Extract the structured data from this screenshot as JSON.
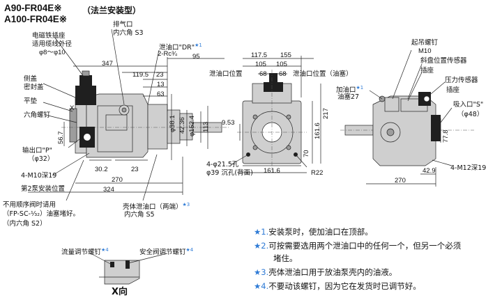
{
  "title": {
    "line1": "A90-FR04E※",
    "line2": "A100-FR04E※",
    "mount_type": "（法兰安装型）"
  },
  "colors": {
    "note_star": "#2f7bd6",
    "solenoid_block": "#1a1a1a",
    "pump_body": "#cfcfcf"
  },
  "side_view": {
    "solenoid_socket": "电磁铁插座",
    "cable_dia_1": "适用缆线外径",
    "cable_dia_2": "φ8～φ10",
    "side_cover_1": "侧盖",
    "side_cover_2": "密封盖",
    "flat_key": "平垫",
    "hex_bolt": "六角螺钉",
    "x_mark": "X",
    "outlet_port": "输出口\"P\"",
    "outlet_dia": "（φ32）",
    "holes": "4-M10深19",
    "mount_pos_2": "第2泵安装位置",
    "plug_1": "不用顺序阀时请用",
    "plug_2": "（FP-SC-¹⁄₃₂）油塞堵好。",
    "plug_3": "（内六角 S2）",
    "air_bleed_1": "排气口",
    "air_bleed_2": "内六角 S3",
    "drain_port_1": "泄油口\"DR\"",
    "drain_port_2": "2-Rc¾",
    "case_drain_1": "壳体泄油口（两端）",
    "case_drain_2": "内六角 S5",
    "dims": {
      "d347": "347",
      "d95": "95",
      "d119_5": "119.5",
      "d23a": "23",
      "d13": "13",
      "d63": "63",
      "d56_7": "56.7",
      "d38_1": "φ38.1",
      "d42_36": "42.36",
      "d152_4": "φ152.4",
      "d113": "113",
      "d30_2": "30.2",
      "d23b": "23",
      "d270": "270",
      "d324": "324"
    }
  },
  "front_view": {
    "drain_pos_left": "泄油口位置",
    "drain_pos_right": "泄油口位置（油塞）",
    "holes_1": "4-φ21.5孔",
    "holes_2": "φ39 沉孔(背面)",
    "dims": {
      "d117_5": "117.5",
      "d155": "155",
      "d105a": "105",
      "d105b": "105",
      "d68a": "68",
      "d68b": "68",
      "d9_53": "9.53",
      "d217": "217",
      "d161_6v": "161.6",
      "d70": "70",
      "d161_6h": "161.6",
      "dR22": "R22"
    }
  },
  "right_view": {
    "lift_bolt_1": "起吊螺钉",
    "lift_bolt_2": "M10",
    "swash_sensor": "斜盘位置传感器",
    "socket_1": "插座",
    "pressure_sensor": "压力传感器",
    "socket_2": "插座",
    "fill_port_1": "加油口",
    "fill_port_2": "油塞27",
    "suction_1": "吸入口\"S\"",
    "suction_2": "（φ48）",
    "holes": "4-M12深19",
    "dims": {
      "d77_8": "77.8",
      "d42_9": "42.9",
      "d270": "270"
    }
  },
  "x_view": {
    "flow_screw": "流量调节螺钉",
    "safety_screw": "安全阀调节螺钉",
    "caption": "X向"
  },
  "notes": [
    {
      "mark": "★1.",
      "text": "安装泵时，使加油口在顶部。"
    },
    {
      "mark": "★2.",
      "text": "可按需要选用两个泄油口中的任何一个，但另一个必须"
    },
    {
      "mark": "",
      "text": "堵住。"
    },
    {
      "mark": "★3.",
      "text": "壳体泄油口用于放油泵壳内的油液。"
    },
    {
      "mark": "★4.",
      "text": "不要动该螺钉，因为它在发货时已调节好。"
    }
  ]
}
